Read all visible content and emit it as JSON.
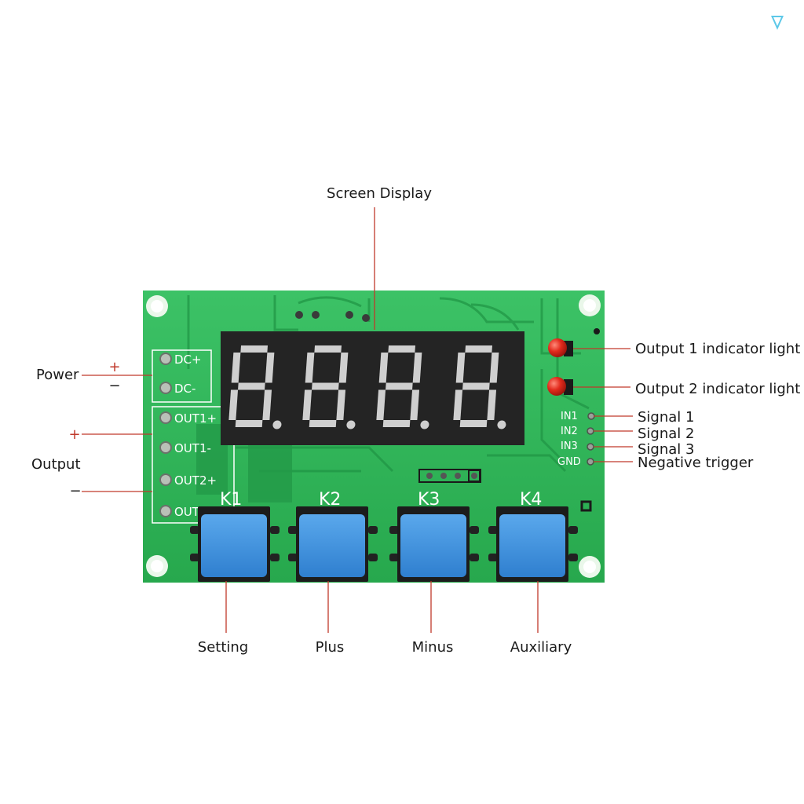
{
  "callouts": {
    "screen_display": "Screen Display",
    "output1_indicator": "Output 1 indicator light",
    "output2_indicator": "Output 2 indicator light",
    "signal1": "Signal 1",
    "signal2": "Signal 2",
    "signal3": "Signal 3",
    "negative_trigger": "Negative trigger",
    "power": "Power",
    "output": "Output",
    "setting": "Setting",
    "plus": "Plus",
    "minus": "Minus",
    "auxiliary": "Auxiliary"
  },
  "polarity": {
    "power_plus": "+",
    "power_minus": "−",
    "output_plus": "+",
    "output_minus": "−"
  },
  "silkscreen": {
    "dc_plus": "DC+",
    "dc_minus": "DC-",
    "out1_plus": "OUT1+",
    "out1_minus": "OUT1-",
    "out2_plus": "OUT2+",
    "out2_minus": "OUT2-",
    "in1": "IN1",
    "in2": "IN2",
    "in3": "IN3",
    "gnd": "GND"
  },
  "keys": {
    "k1": "K1",
    "k2": "K2",
    "k3": "K3",
    "k4": "K4"
  },
  "colors": {
    "pcb": "#2fb55a",
    "callout_line": "#c0392b",
    "button": "#3d8fdc",
    "led": "#e22a1c",
    "display_body": "#222222"
  }
}
